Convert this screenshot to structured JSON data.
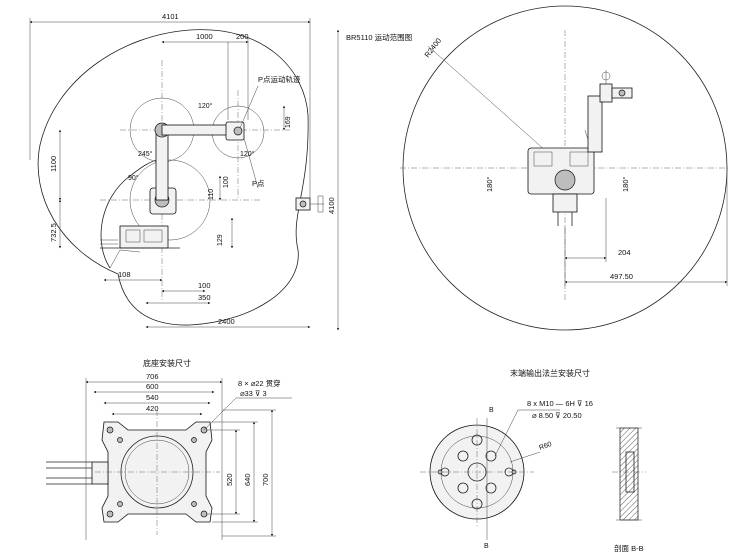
{
  "top_left": {
    "dims": {
      "width_total": "4101",
      "d1000": "1000",
      "d200": "200",
      "d1100": "1100",
      "d732": "732.5",
      "d108": "108",
      "d100a": "100",
      "d100b": "100",
      "d350": "350",
      "d2400": "2400",
      "d4100": "4100",
      "d169": "169",
      "d129": "129",
      "d110": "110"
    },
    "angles": {
      "a120a": "120°",
      "a120b": "120°",
      "a245": "245°",
      "a90": "90°"
    },
    "labels": {
      "p_track": "P点运动轨迹",
      "p_point": "P点"
    }
  },
  "top_right": {
    "title": "BR5110 运动范围图",
    "dims": {
      "r2400": "R2400",
      "a180l": "180°",
      "a180r": "180°",
      "d204": "204",
      "d497": "497.50"
    }
  },
  "base": {
    "title": "底座安装尺寸",
    "dims": {
      "d706": "706",
      "d600": "600",
      "d540": "540",
      "d420": "420",
      "d520": "520",
      "d640": "640",
      "d700": "700"
    },
    "note_line1": "8 × ⌀22  贯穿",
    "note_line2": "⌀33 ⊽ 3"
  },
  "flange": {
    "title": "末端输出法兰安装尺寸",
    "note_line1": "8 x  M10 — 6H ⊽ 16",
    "note_line2": "⌀ 8.50 ⊽ 20.50",
    "radius": "R60",
    "b_top": "B",
    "b_bottom": "B",
    "section": "剖面 B-B"
  }
}
